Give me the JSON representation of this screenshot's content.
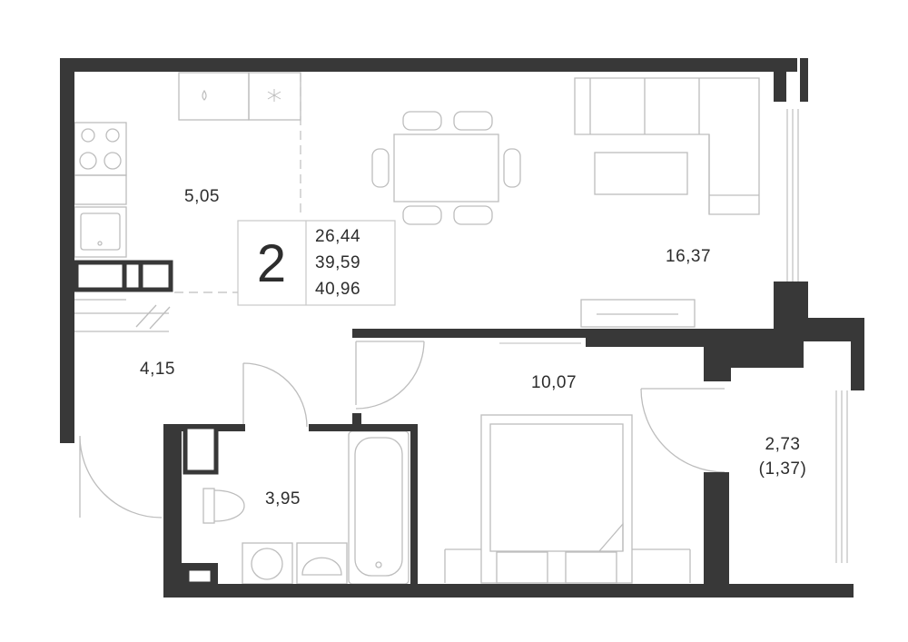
{
  "apartment": {
    "rooms_count": "2",
    "living_area": "26,44",
    "total_area": "39,59",
    "total_area_with_balcony": "40,96"
  },
  "rooms": [
    {
      "id": "kitchen",
      "area": "5,05"
    },
    {
      "id": "living-room",
      "area": "16,37"
    },
    {
      "id": "hallway",
      "area": "4,15"
    },
    {
      "id": "bedroom",
      "area": "10,07"
    },
    {
      "id": "balcony",
      "area": "2,73",
      "area_reduced": "(1,37)"
    },
    {
      "id": "bathroom",
      "area": "3,95"
    }
  ],
  "colors": {
    "wall": "#383838",
    "line": "#bdbdbd",
    "text": "#2d2d2d",
    "background": "#ffffff"
  }
}
